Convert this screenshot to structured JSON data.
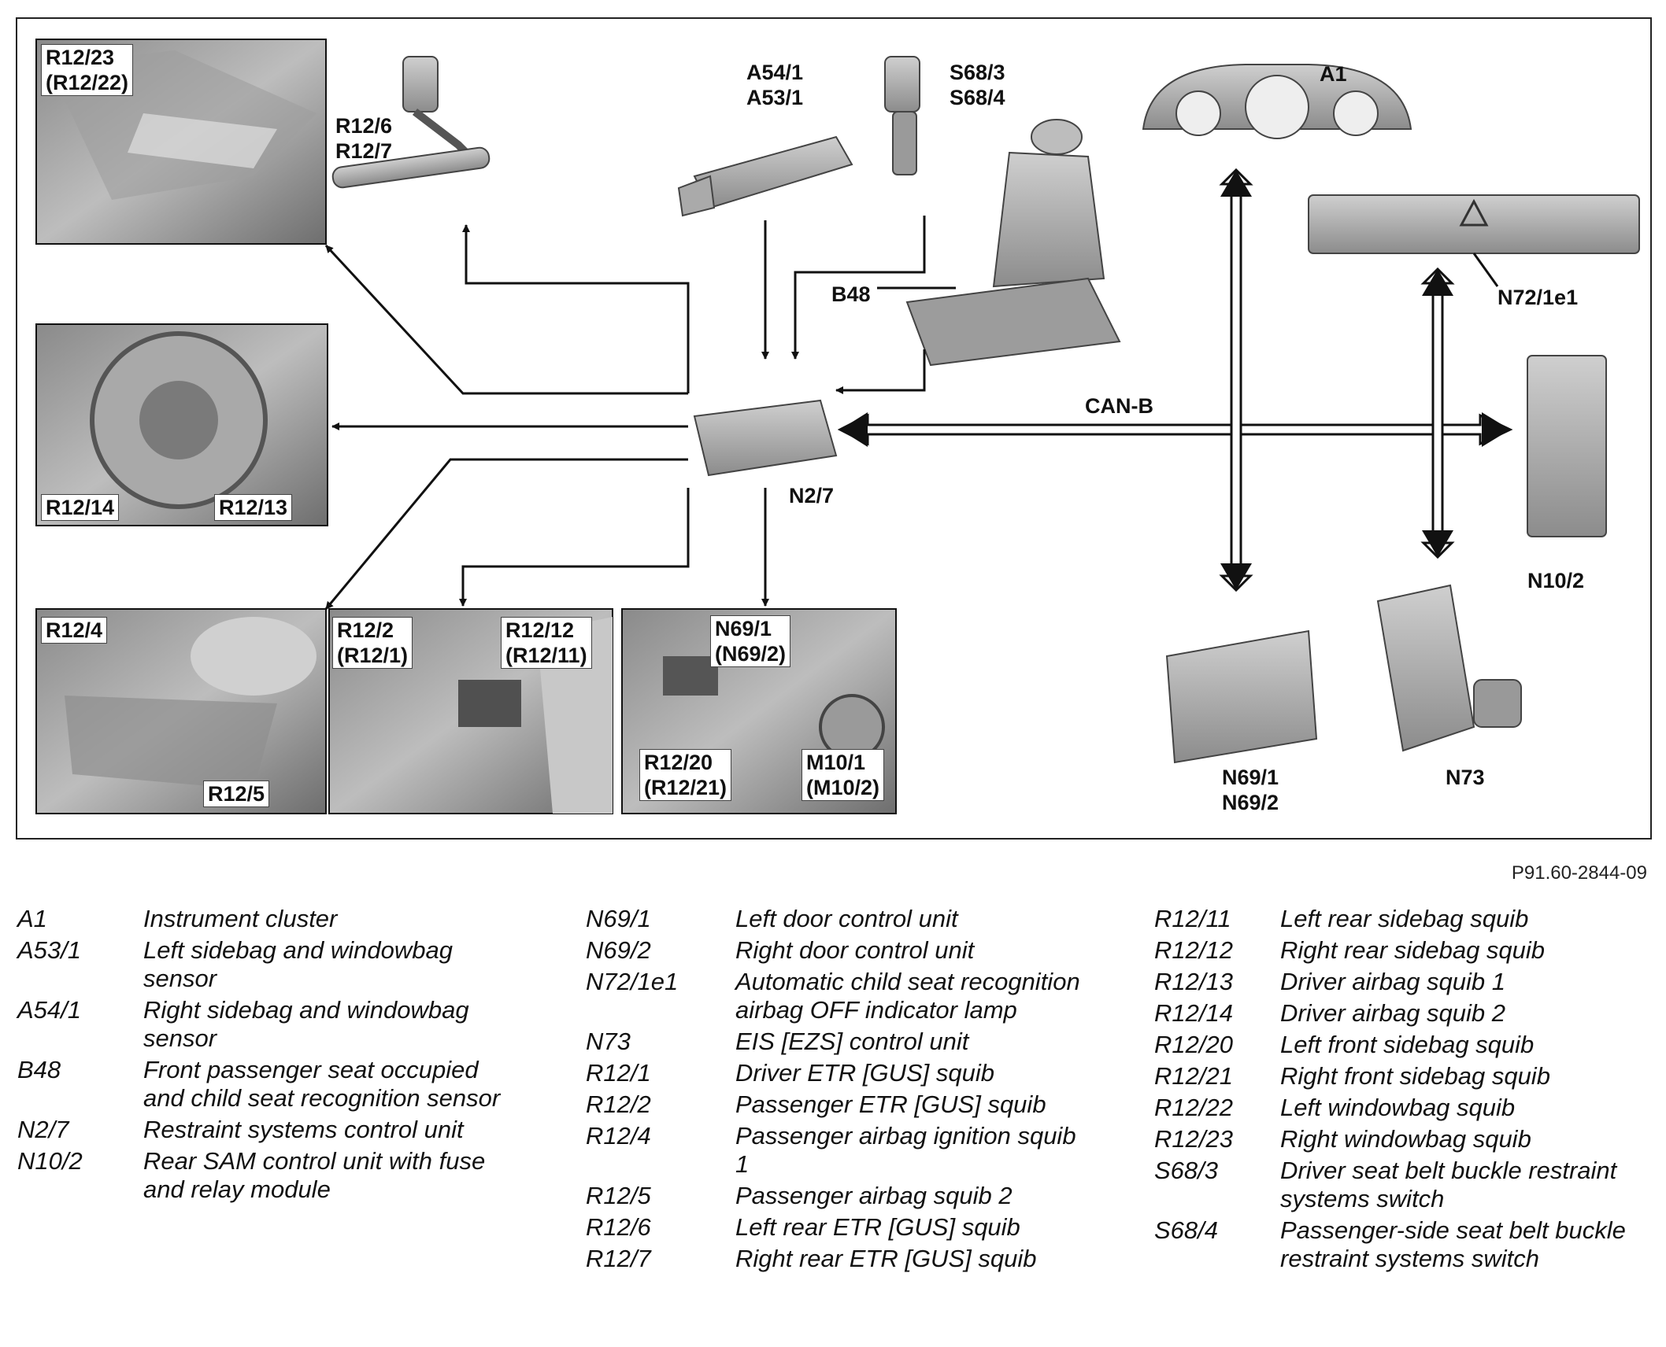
{
  "diagram": {
    "labels": {
      "r12_23": "R12/23\n(R12/22)",
      "r12_6": "R12/6\nR12/7",
      "a54_1": "A54/1\nA53/1",
      "s68_3": "S68/3\nS68/4",
      "a1": "A1",
      "b48": "B48",
      "n72_1e1": "N72/1e1",
      "can_b": "CAN-B",
      "r12_14": "R12/14",
      "r12_13": "R12/13",
      "n2_7": "N2/7",
      "n10_2": "N10/2",
      "r12_4": "R12/4",
      "r12_5": "R12/5",
      "r12_2": "R12/2\n(R12/1)",
      "r12_12": "R12/12\n(R12/11)",
      "n69_1_photo": "N69/1\n(N69/2)",
      "r12_20": "R12/20\n(R12/21)",
      "m10_1": "M10/1\n(M10/2)",
      "n69_1": "N69/1\nN69/2",
      "n73": "N73"
    }
  },
  "figure_ref": "P91.60-2844-09",
  "legend": {
    "col1": [
      {
        "code": "A1",
        "desc": "Instrument cluster"
      },
      {
        "code": "A53/1",
        "desc": "Left sidebag and windowbag sensor"
      },
      {
        "code": "A54/1",
        "desc": "Right sidebag and windowbag sensor"
      },
      {
        "code": "B48",
        "desc": "Front passenger seat occupied and child seat recognition sensor"
      },
      {
        "code": "N2/7",
        "desc": "Restraint systems control unit"
      },
      {
        "code": "N10/2",
        "desc": "Rear SAM control unit with fuse and relay module"
      }
    ],
    "col2": [
      {
        "code": "N69/1",
        "desc": "Left door control unit"
      },
      {
        "code": "N69/2",
        "desc": "Right door control unit"
      },
      {
        "code": "N72/1e1",
        "desc": "Automatic child seat recognition airbag OFF indicator lamp"
      },
      {
        "code": "N73",
        "desc": "EIS [EZS] control unit"
      },
      {
        "code": "R12/1",
        "desc": "Driver ETR [GUS] squib"
      },
      {
        "code": "R12/2",
        "desc": "Passenger ETR [GUS] squib"
      },
      {
        "code": "R12/4",
        "desc": "Passenger airbag ignition squib 1"
      },
      {
        "code": "R12/5",
        "desc": "Passenger airbag squib 2"
      },
      {
        "code": "R12/6",
        "desc": "Left rear ETR [GUS] squib"
      },
      {
        "code": "R12/7",
        "desc": "Right rear ETR [GUS] squib"
      }
    ],
    "col3": [
      {
        "code": "R12/11",
        "desc": "Left rear sidebag squib"
      },
      {
        "code": "R12/12",
        "desc": "Right rear sidebag squib"
      },
      {
        "code": "R12/13",
        "desc": "Driver airbag squib 1"
      },
      {
        "code": "R12/14",
        "desc": "Driver airbag squib 2"
      },
      {
        "code": "R12/20",
        "desc": "Left front sidebag squib"
      },
      {
        "code": "R12/21",
        "desc": "Right front sidebag squib"
      },
      {
        "code": "R12/22",
        "desc": "Left windowbag squib"
      },
      {
        "code": "R12/23",
        "desc": "Right windowbag squib"
      },
      {
        "code": "S68/3",
        "desc": "Driver seat belt buckle restraint systems switch"
      },
      {
        "code": "S68/4",
        "desc": "Passenger-side seat belt buckle restraint systems switch"
      }
    ]
  }
}
